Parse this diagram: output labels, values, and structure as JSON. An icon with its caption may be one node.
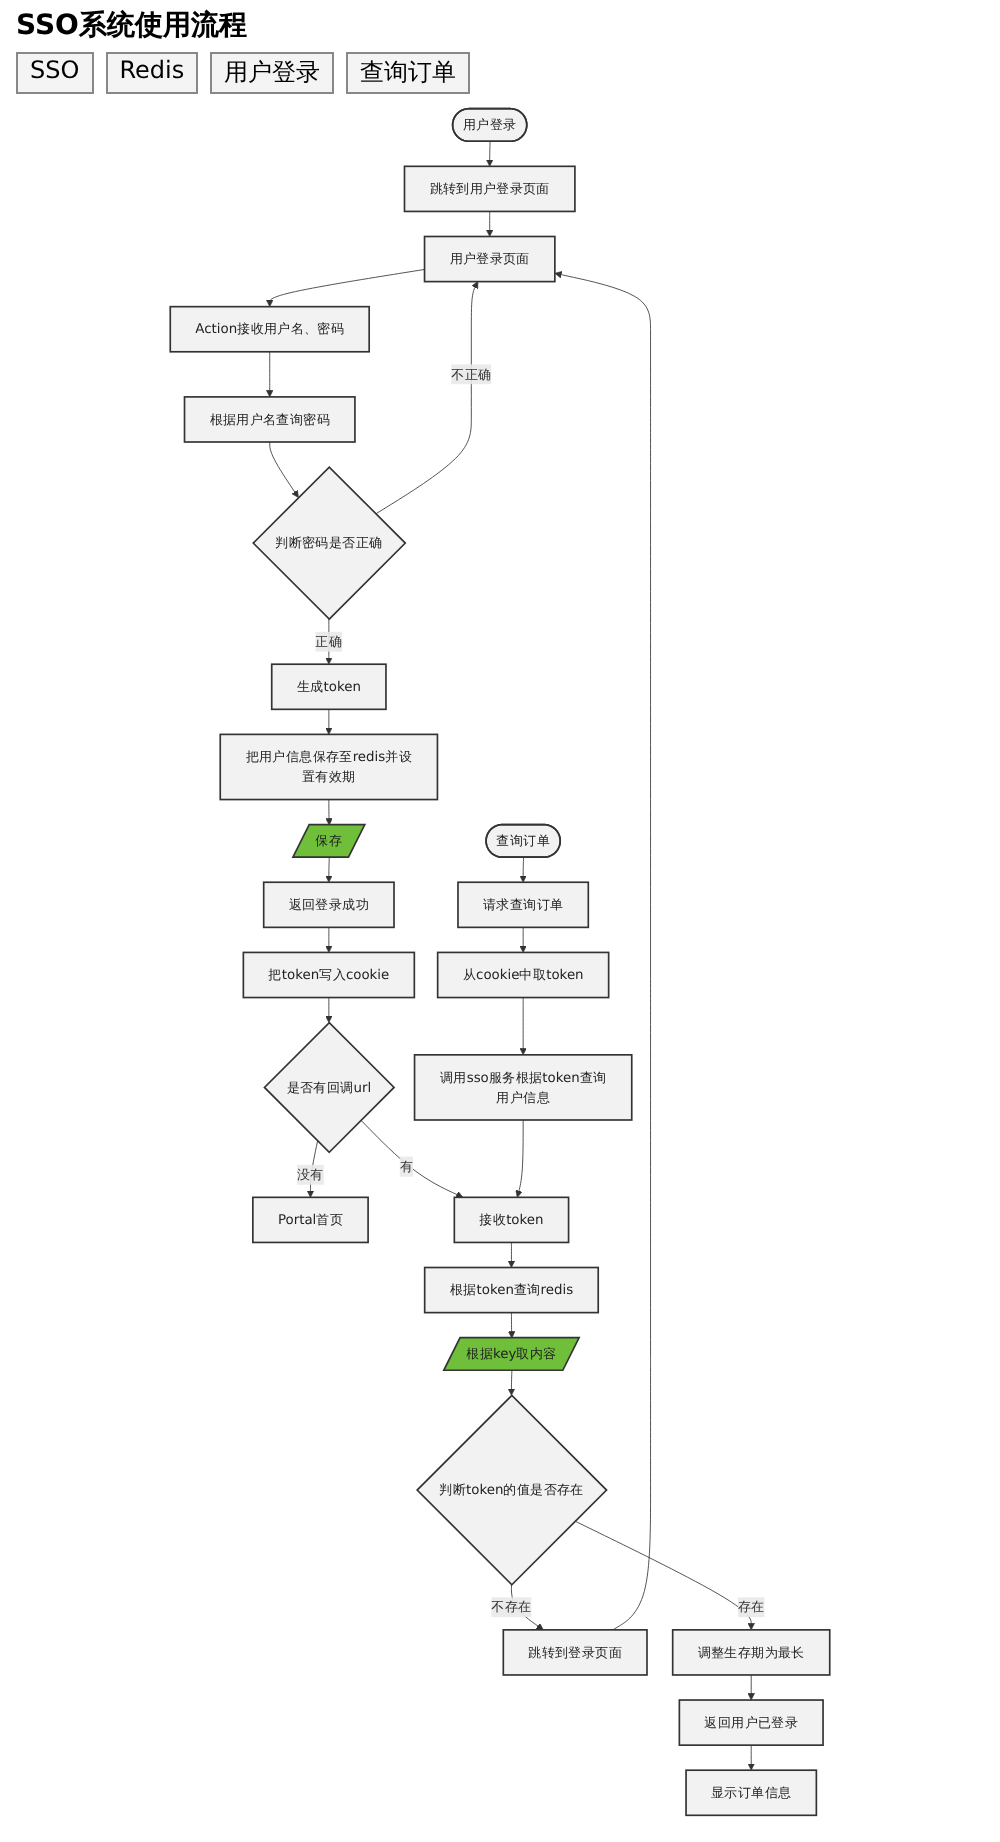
{
  "diagram": {
    "title": "SSO系统使用流程",
    "nodes": [
      {
        "text": [
          "用户登录"
        ]
      },
      {
        "text": [
          "跳转到用户登录页面"
        ]
      },
      {
        "text": [
          "用户登录页面"
        ]
      },
      {
        "text": [
          "Action接收用户名、密码"
        ]
      },
      {
        "text": [
          "根据用户名查询密码"
        ]
      },
      {
        "text": [
          "判断密码是否正确"
        ]
      },
      {
        "text": [
          "生成token"
        ]
      },
      {
        "text": [
          "把用户信息保存至redis并设置有效期"
        ]
      },
      {
        "text": [
          "保存"
        ]
      },
      {
        "text": [
          "返回登录成功"
        ]
      },
      {
        "text": [
          "把token写入cookie"
        ]
      },
      {
        "text": [
          "是否有回调url"
        ]
      },
      {
        "text": [
          "Portal首页"
        ]
      },
      {
        "text": [
          "查询订单"
        ]
      },
      {
        "text": [
          "请求查询订单"
        ]
      },
      {
        "text": [
          "从cookie中取token"
        ]
      },
      {
        "text": [
          "调用sso服务根据token查询用户信息"
        ]
      },
      {
        "text": [
          "接收token"
        ]
      },
      {
        "text": [
          "根据token查询redis"
        ]
      },
      {
        "text": [
          "根据key取内容"
        ]
      },
      {
        "text": [
          "判断token的值是否存在"
        ]
      },
      {
        "text": [
          "跳转到登录页面"
        ]
      },
      {
        "text": [
          "调整生存期为最长"
        ]
      },
      {
        "text": [
          "返回用户已登录"
        ]
      },
      {
        "text": [
          "显示订单信息"
        ]
      }
    ],
    "edges": [
      {
        "from": 0,
        "to": 1,
        "arrow": "to"
      },
      {
        "from": 1,
        "to": 2,
        "arrow": "to"
      },
      {
        "from": 2,
        "to": 3,
        "arrow": "to"
      },
      {
        "from": 3,
        "to": 4,
        "arrow": "to"
      },
      {
        "from": 4,
        "to": 5,
        "arrow": "to"
      },
      {
        "from": 5,
        "to": 2,
        "arrow": "to",
        "label": "不正确"
      },
      {
        "from": 5,
        "to": 6,
        "arrow": "to",
        "label": "正确"
      },
      {
        "from": 6,
        "to": 7,
        "arrow": "to"
      },
      {
        "from": 7,
        "to": 8,
        "arrow": "to"
      },
      {
        "from": 8,
        "to": 9,
        "arrow": "to"
      },
      {
        "from": 9,
        "to": 10,
        "arrow": "to"
      },
      {
        "from": 10,
        "to": 11,
        "arrow": "to"
      },
      {
        "from": 11,
        "to": 12,
        "arrow": "to",
        "label": "没有"
      },
      {
        "from": 11,
        "to": 17,
        "arrow": "to",
        "label": "有"
      },
      {
        "from": 13,
        "to": 14,
        "arrow": "to"
      },
      {
        "from": 14,
        "to": 15,
        "arrow": "to"
      },
      {
        "from": 15,
        "to": 16,
        "arrow": "to"
      },
      {
        "from": 16,
        "to": 17,
        "arrow": "to"
      },
      {
        "from": 17,
        "to": 18,
        "arrow": "to"
      },
      {
        "from": 18,
        "to": 19,
        "arrow": "to"
      },
      {
        "from": 19,
        "to": 20,
        "arrow": "to"
      },
      {
        "from": 20,
        "to": 21,
        "arrow": "to",
        "label": "不存在"
      },
      {
        "from": 21,
        "to": 2,
        "arrow": "to"
      },
      {
        "from": 20,
        "to": 22,
        "arrow": "to",
        "label": "存在"
      },
      {
        "from": 22,
        "to": 23,
        "arrow": "to"
      },
      {
        "from": 23,
        "to": 24,
        "arrow": "to"
      }
    ],
    "labels": [
      "SSO",
      "Redis",
      "用户登录",
      "查询订单"
    ]
  }
}
